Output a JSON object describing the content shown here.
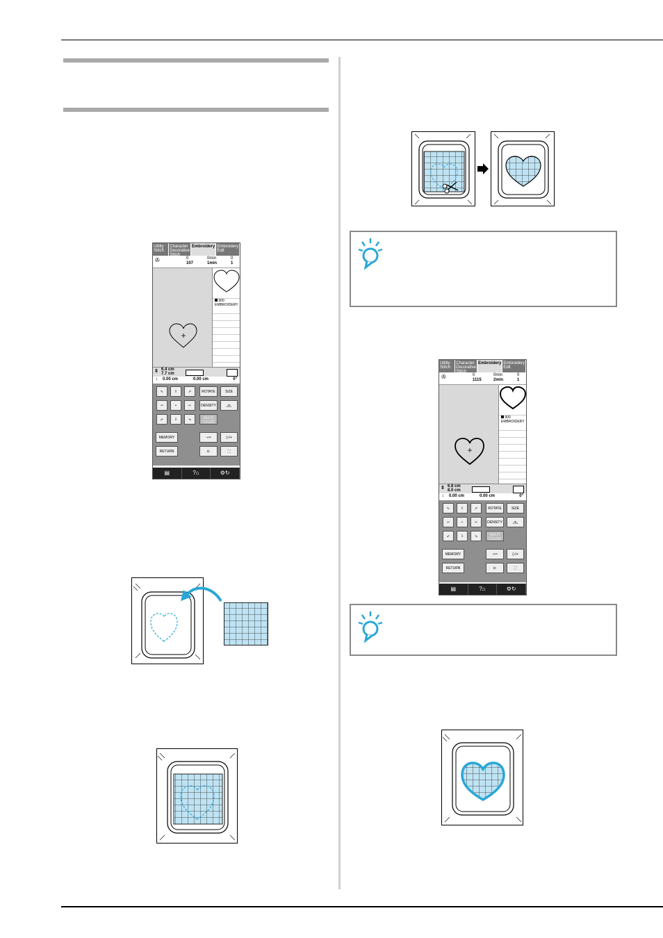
{
  "screen1": {
    "tabs": [
      "Utility Stitch",
      "Character Decorative Stitch",
      "Embroidery",
      "Embroidery Edit"
    ],
    "needle_top": "0",
    "needle_val": "107",
    "time_top": "0min",
    "time_val": "1min",
    "color_top": "0",
    "color_val": "1",
    "color_code": "900",
    "color_name": "EMBROIDERY",
    "height": "6.4 cm",
    "width": "7.7 cm",
    "pos_v": "0.00 cm",
    "pos_h": "0.00 cm",
    "angle": "0°"
  },
  "screen2": {
    "tabs": [
      "Utility Stitch",
      "Character Decorative Stitch",
      "Embroidery",
      "Embroidery Edit"
    ],
    "needle_top": "0",
    "needle_val": "1115",
    "time_top": "0min",
    "time_val": "2min",
    "color_top": "0",
    "color_val": "1",
    "color_code": "900",
    "color_name": "EMBROIDERY",
    "height": "6.8 cm",
    "width": "8.0 cm",
    "pos_v": "0.00 cm",
    "pos_h": "0.00 cm",
    "angle": "0°"
  },
  "buttons": {
    "rotate": "ROTATE",
    "size": "SIZE",
    "density": "DENSITY",
    "multi_color": "MULTI COLOR",
    "memory": "MEMORY",
    "return": "RETURN"
  },
  "colors": {
    "fabric_blue": "#bfe3f3",
    "stitch_blue": "#2aa7d6",
    "grid_line": "#222222"
  }
}
